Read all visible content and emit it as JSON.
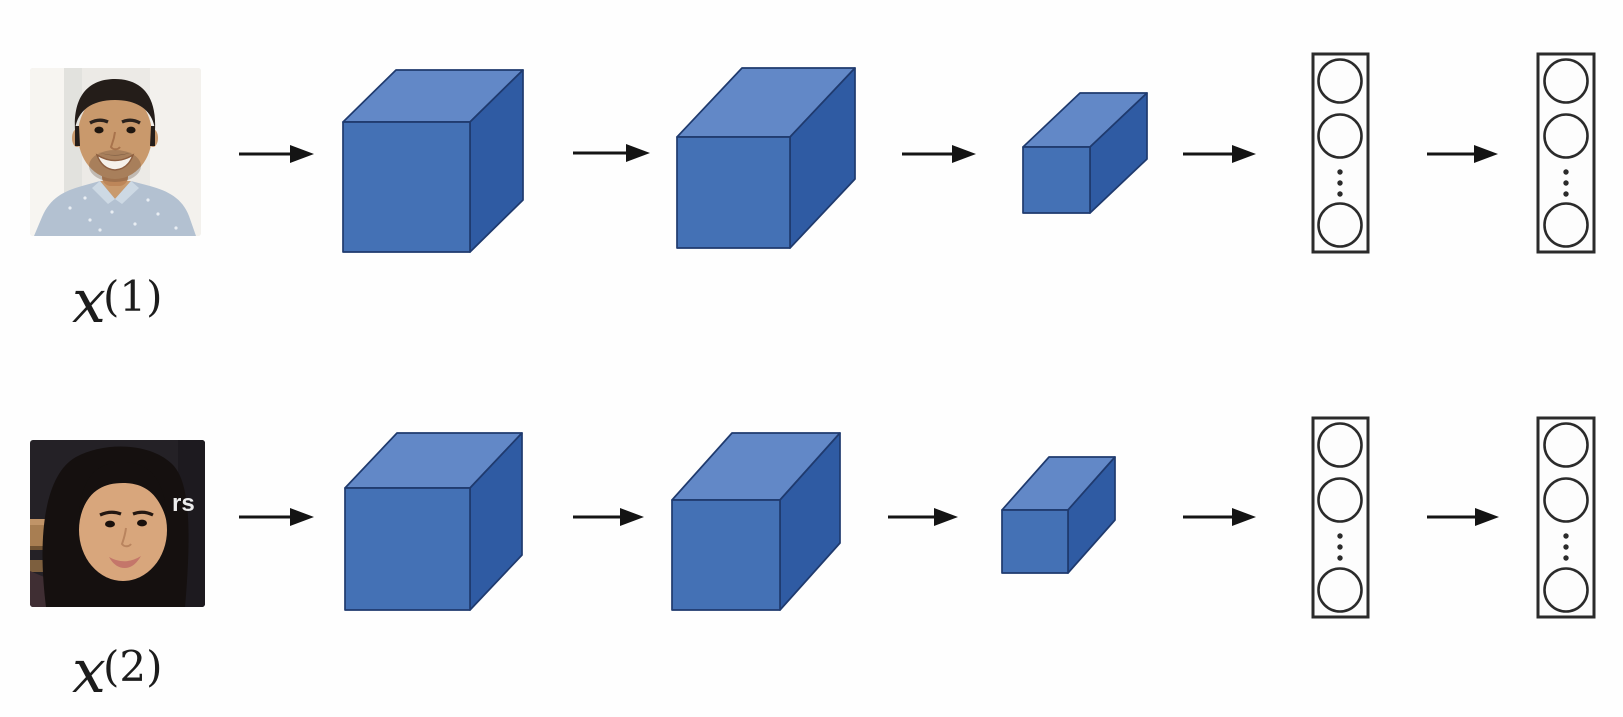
{
  "colors": {
    "page_background": "#fefefe",
    "box_front": "#4471b5",
    "box_top": "#6288c7",
    "box_side": "#2f5ba3",
    "box_edge": "#1f3a6e",
    "arrow": "#141414",
    "vector_stroke": "#2b2b2b",
    "vector_fill": "#fdfdfd",
    "label_color": "#1c1c1c"
  },
  "rows": [
    {
      "name": "example-1",
      "photo": {
        "alt": "smiling man with short dark hair, light indoor background",
        "overlay_text": ""
      },
      "label": {
        "base": "x",
        "superscript": "(1)"
      }
    },
    {
      "name": "example-2",
      "photo": {
        "alt": "smiling woman with long dark hair, dark background",
        "overlay_text": "rs"
      },
      "label": {
        "base": "x",
        "superscript": "(2)"
      }
    }
  ]
}
